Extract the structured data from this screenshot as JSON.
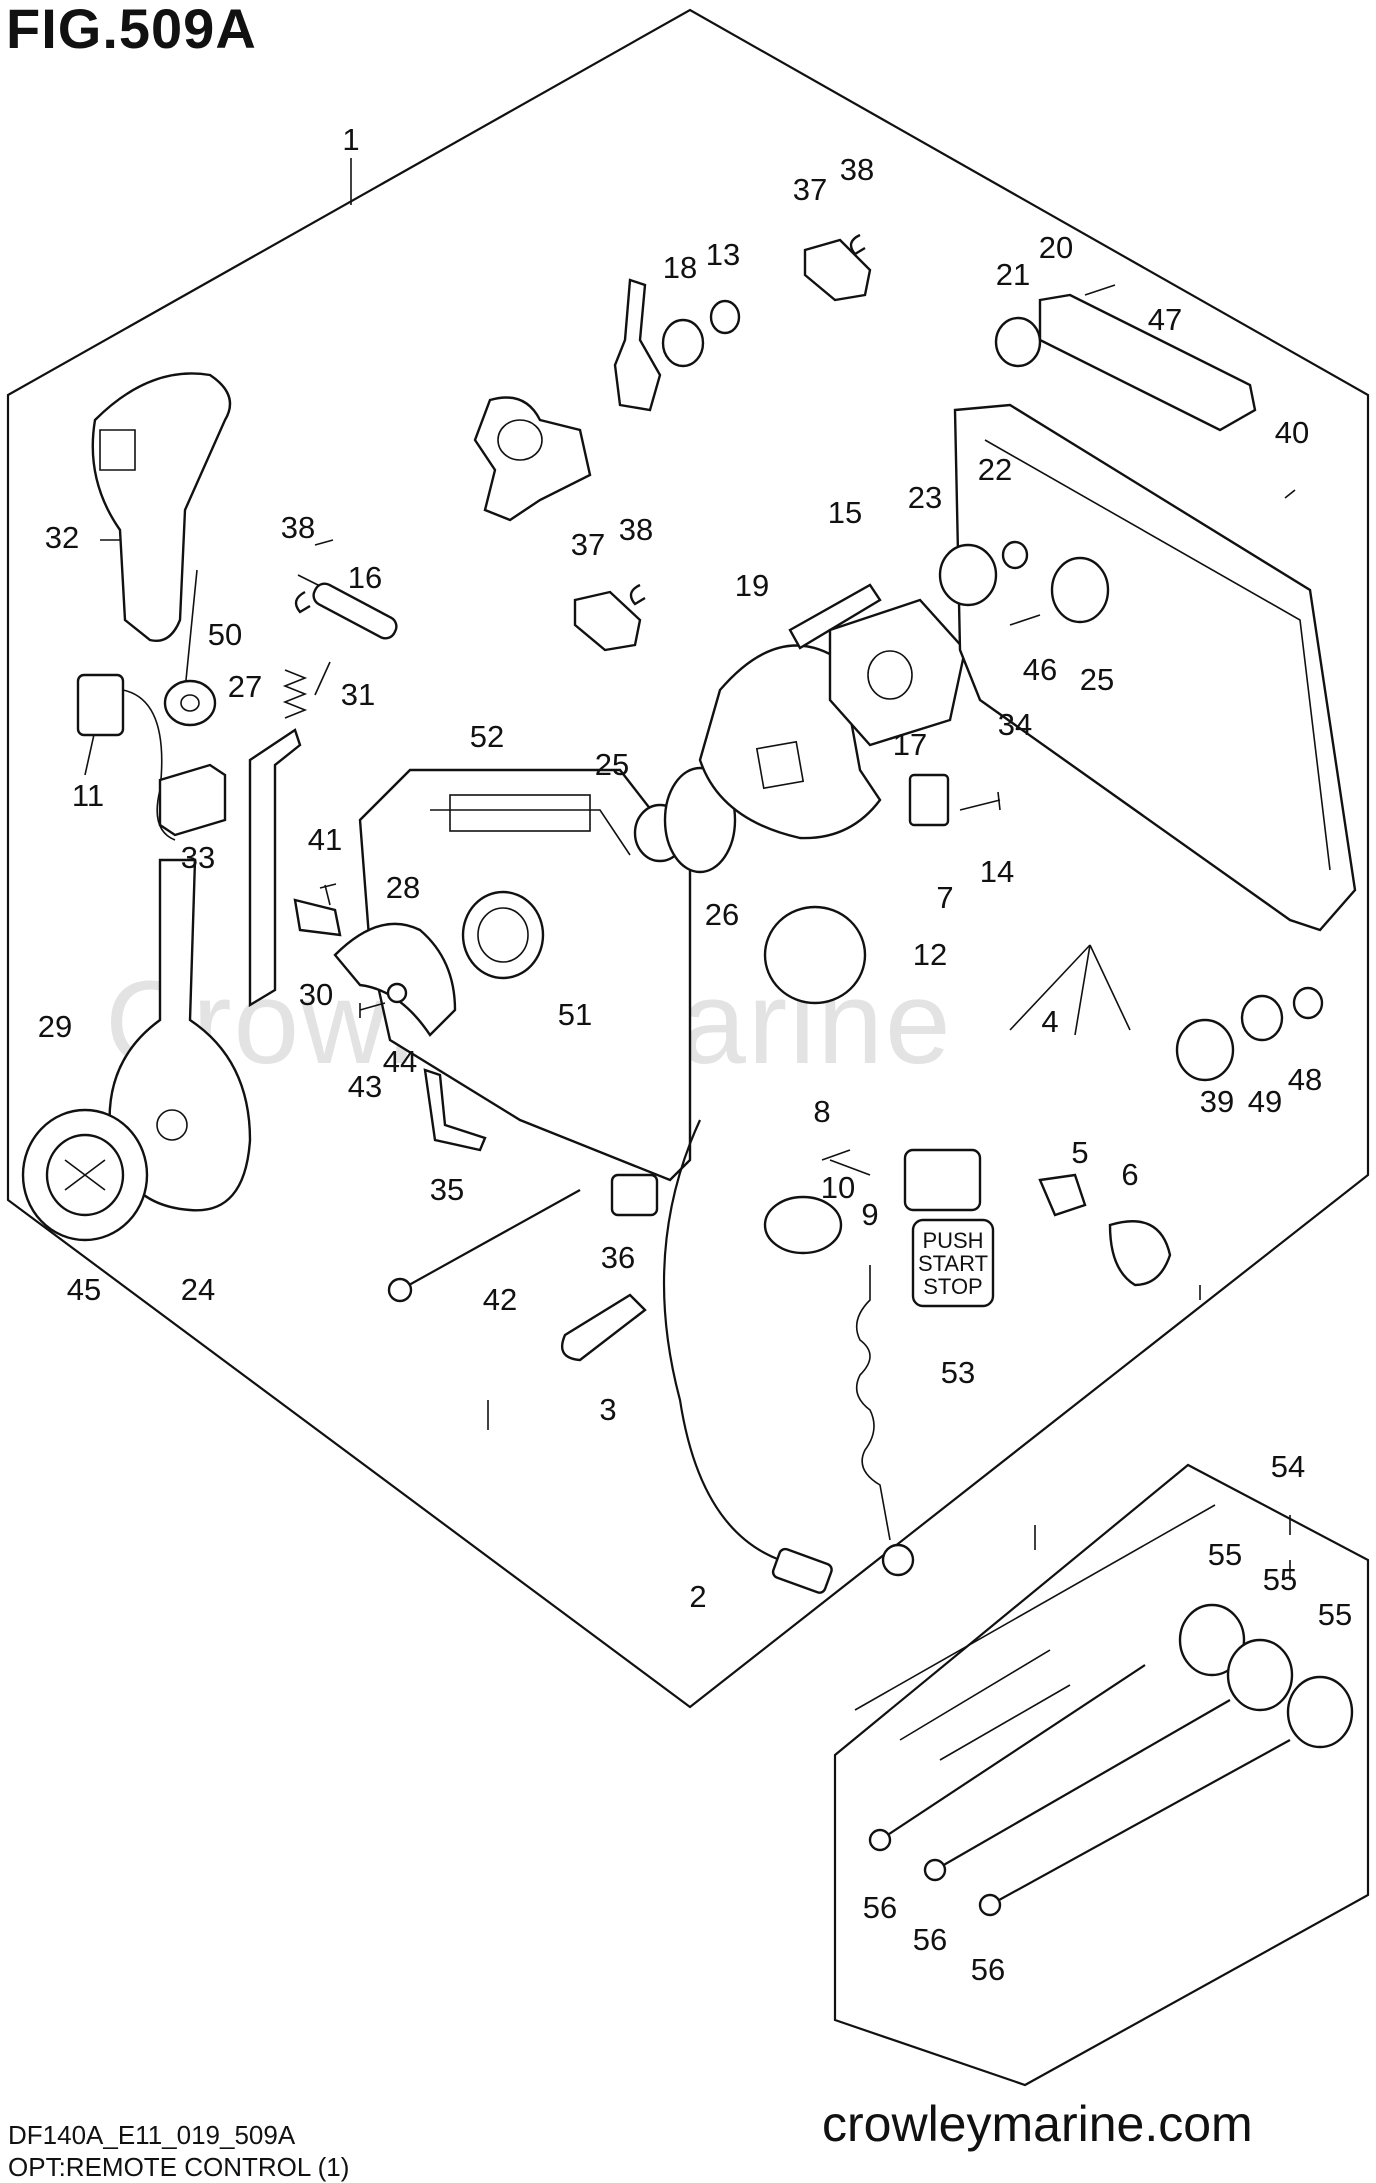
{
  "figure_title": "FIG.509A",
  "watermark": "Crowley Marine",
  "footer": {
    "code": "DF140A_E11_019_509A",
    "caption": "OPT:REMOTE CONTROL (1)",
    "site": "crowleymarine.com"
  },
  "panel": {
    "push_start_stop": [
      "PUSH",
      "START",
      "STOP"
    ]
  },
  "part_labels": [
    {
      "id": "1",
      "text": "1"
    },
    {
      "id": "2",
      "text": "2"
    },
    {
      "id": "3",
      "text": "3"
    },
    {
      "id": "4",
      "text": "4"
    },
    {
      "id": "5",
      "text": "5"
    },
    {
      "id": "6",
      "text": "6"
    },
    {
      "id": "7",
      "text": "7"
    },
    {
      "id": "8",
      "text": "8"
    },
    {
      "id": "9",
      "text": "9"
    },
    {
      "id": "10",
      "text": "10"
    },
    {
      "id": "11",
      "text": "11"
    },
    {
      "id": "12",
      "text": "12"
    },
    {
      "id": "13",
      "text": "13"
    },
    {
      "id": "14",
      "text": "14"
    },
    {
      "id": "15",
      "text": "15"
    },
    {
      "id": "16",
      "text": "16"
    },
    {
      "id": "17",
      "text": "17"
    },
    {
      "id": "18",
      "text": "18"
    },
    {
      "id": "19",
      "text": "19"
    },
    {
      "id": "20",
      "text": "20"
    },
    {
      "id": "21",
      "text": "21"
    },
    {
      "id": "22",
      "text": "22"
    },
    {
      "id": "23",
      "text": "23"
    },
    {
      "id": "24",
      "text": "24"
    },
    {
      "id": "25a",
      "text": "25"
    },
    {
      "id": "25b",
      "text": "25"
    },
    {
      "id": "26",
      "text": "26"
    },
    {
      "id": "27",
      "text": "27"
    },
    {
      "id": "28",
      "text": "28"
    },
    {
      "id": "29",
      "text": "29"
    },
    {
      "id": "30",
      "text": "30"
    },
    {
      "id": "31",
      "text": "31"
    },
    {
      "id": "32",
      "text": "32"
    },
    {
      "id": "33",
      "text": "33"
    },
    {
      "id": "34",
      "text": "34"
    },
    {
      "id": "35",
      "text": "35"
    },
    {
      "id": "36",
      "text": "36"
    },
    {
      "id": "37a",
      "text": "37"
    },
    {
      "id": "37b",
      "text": "37"
    },
    {
      "id": "38a",
      "text": "38"
    },
    {
      "id": "38b",
      "text": "38"
    },
    {
      "id": "38c",
      "text": "38"
    },
    {
      "id": "39",
      "text": "39"
    },
    {
      "id": "40",
      "text": "40"
    },
    {
      "id": "41",
      "text": "41"
    },
    {
      "id": "42",
      "text": "42"
    },
    {
      "id": "43",
      "text": "43"
    },
    {
      "id": "44",
      "text": "44"
    },
    {
      "id": "45",
      "text": "45"
    },
    {
      "id": "46",
      "text": "46"
    },
    {
      "id": "47",
      "text": "47"
    },
    {
      "id": "48",
      "text": "48"
    },
    {
      "id": "49",
      "text": "49"
    },
    {
      "id": "50",
      "text": "50"
    },
    {
      "id": "51",
      "text": "51"
    },
    {
      "id": "52",
      "text": "52"
    },
    {
      "id": "53",
      "text": "53"
    },
    {
      "id": "54",
      "text": "54"
    },
    {
      "id": "55a",
      "text": "55"
    },
    {
      "id": "55b",
      "text": "55"
    },
    {
      "id": "55c",
      "text": "55"
    },
    {
      "id": "56a",
      "text": "56"
    },
    {
      "id": "56b",
      "text": "56"
    },
    {
      "id": "56c",
      "text": "56"
    }
  ]
}
